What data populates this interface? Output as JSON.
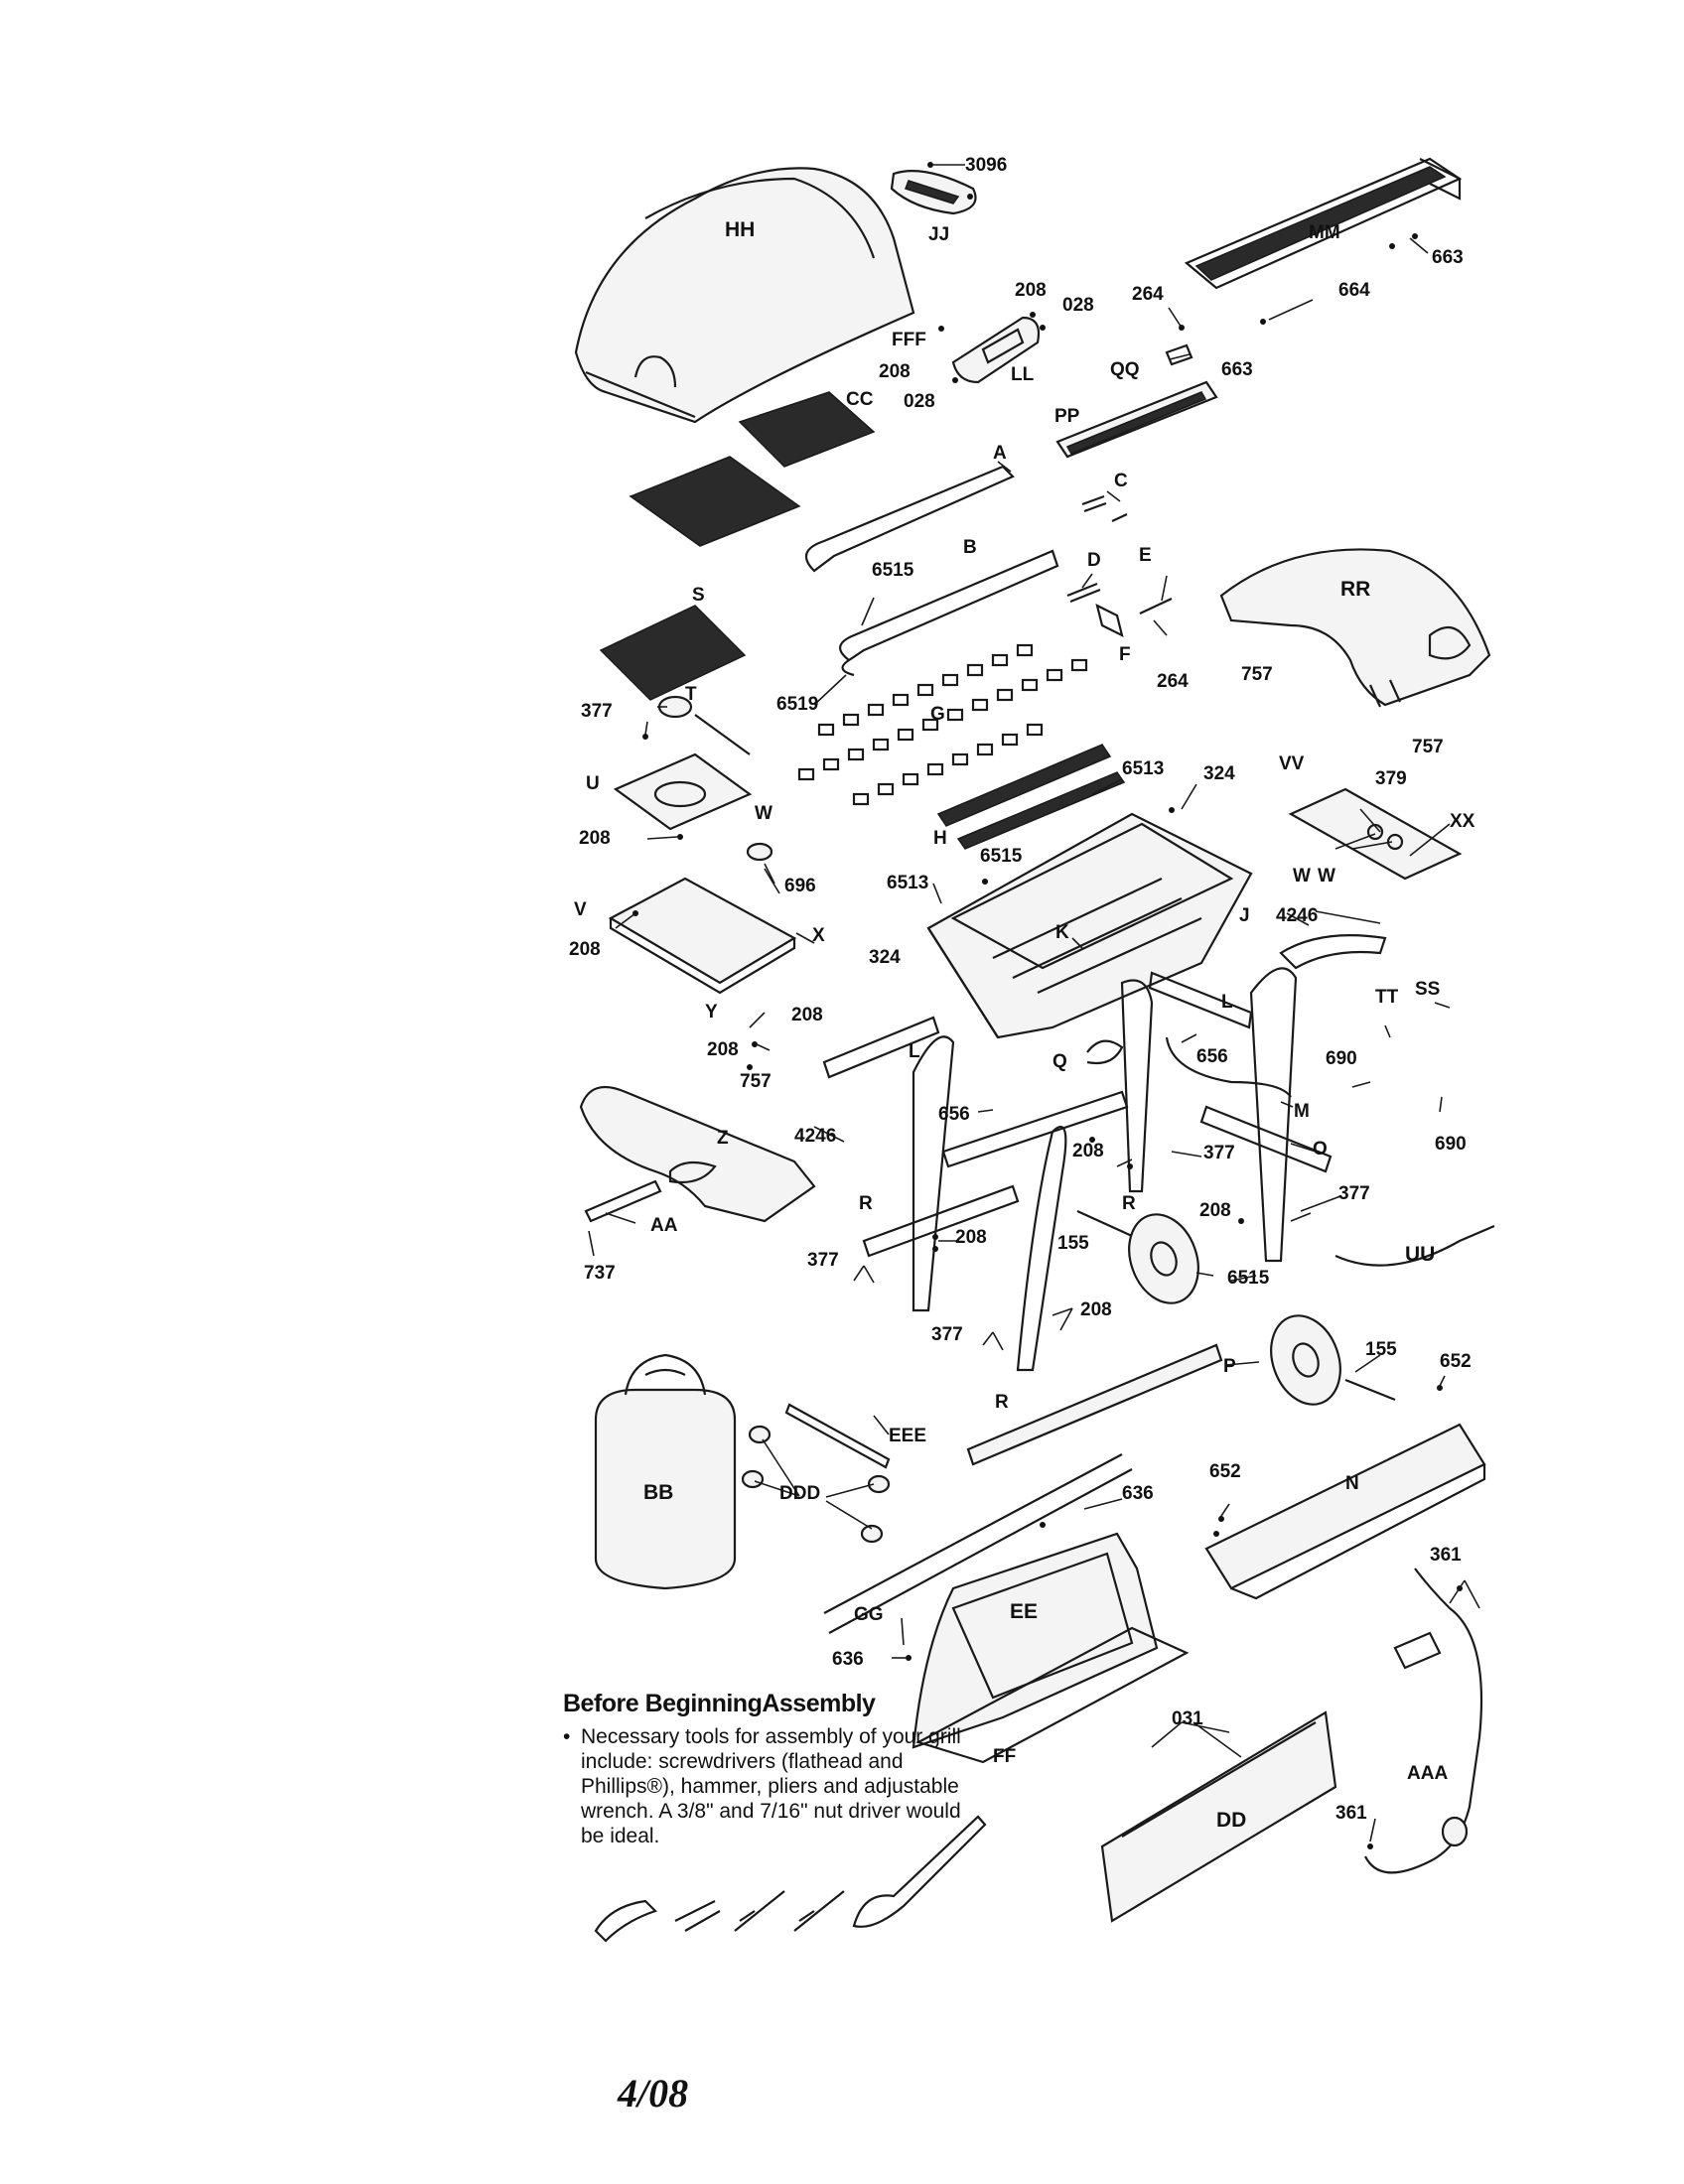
{
  "labels": {
    "hh": "HH",
    "jj": "JJ",
    "n3096": "3096",
    "mm": "MM",
    "n663a": "663",
    "n664": "664",
    "n663b": "663",
    "n208a": "208",
    "n028a": "028",
    "n264a": "264",
    "fff": "FFF",
    "n208b": "208",
    "ll": "LL",
    "qq": "QQ",
    "n028b": "028",
    "cc": "CC",
    "pp": "PP",
    "a": "A",
    "c": "C",
    "b": "B",
    "s": "S",
    "n6515a": "6515",
    "d": "D",
    "e": "E",
    "rr": "RR",
    "f": "F",
    "n264b": "264",
    "n757a": "757",
    "n377a": "377",
    "t": "T",
    "n6519": "6519",
    "g": "G",
    "n757b": "757",
    "u": "U",
    "n6513a": "6513",
    "n324a": "324",
    "vv": "VV",
    "n379": "379",
    "xx": "XX",
    "n208c": "208",
    "w1": "W",
    "h": "H",
    "ww1": "W",
    "ww2": "W",
    "n696": "696",
    "n6513b": "6513",
    "n6515b": "6515",
    "v": "V",
    "x": "X",
    "k": "K",
    "j": "J",
    "n4246a": "4246",
    "n208d": "208",
    "n324b": "324",
    "y": "Y",
    "n208e": "208",
    "l1": "L",
    "tt": "TT",
    "ss": "SS",
    "n208f": "208",
    "q": "Q",
    "n656a": "656",
    "n690a": "690",
    "l2": "L",
    "n757c": "757",
    "m": "M",
    "n656b": "656",
    "n4246b": "4246",
    "z": "Z",
    "n690b": "690",
    "n208g": "208",
    "n377b": "377",
    "o": "O",
    "aa": "AA",
    "r1": "R",
    "r2": "R",
    "n208h": "208",
    "n377c": "377",
    "n208i": "208",
    "n155a": "155",
    "uu": "UU",
    "n737": "737",
    "n377d": "377",
    "n6515c": "6515",
    "n208j": "208",
    "n377e": "377",
    "n155b": "155",
    "n652a": "652",
    "p": "P",
    "eee": "EEE",
    "r3": "R",
    "bb": "BB",
    "ddd": "DDD",
    "n652b": "652",
    "nn": "N",
    "n636a": "636",
    "n361a": "361",
    "ee": "EE",
    "gg": "GG",
    "n636b": "636",
    "ff": "FF",
    "n031": "031",
    "aaa": "AAA",
    "dd": "DD",
    "n361b": "361"
  },
  "notes": {
    "title": "Before BeginningAssembly",
    "bullet": "•",
    "body": "Necessary tools for assembly of your grill include: screwdrivers (flathead and Phillips®), hammer, pliers and adjustable wrench. A 3/8\" and 7/16\" nut driver would be ideal."
  },
  "footer": {
    "date": "4/08"
  }
}
